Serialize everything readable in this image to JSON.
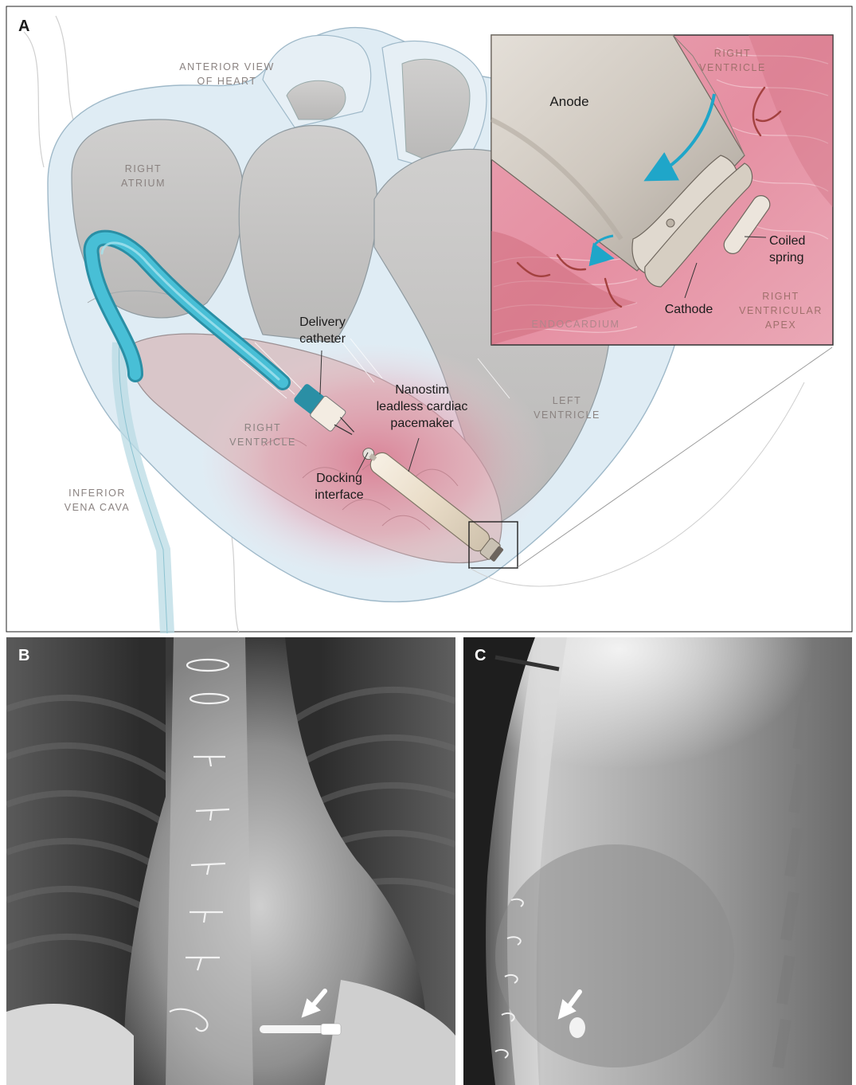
{
  "panel_a": {
    "letter": "A",
    "labels": {
      "anterior_view": [
        "ANTERIOR VIEW",
        "OF HEART"
      ],
      "right_atrium": [
        "RIGHT",
        "ATRIUM"
      ],
      "right_ventricle": [
        "RIGHT",
        "VENTRICLE"
      ],
      "left_ventricle": [
        "LEFT",
        "VENTRICLE"
      ],
      "inferior_vena_cava": [
        "INFERIOR",
        "VENA CAVA"
      ],
      "delivery_catheter": [
        "Delivery",
        "catheter"
      ],
      "pacemaker": [
        "Nanostim",
        "leadless cardiac",
        "pacemaker"
      ],
      "docking_interface": [
        "Docking",
        "interface"
      ]
    },
    "inset": {
      "anode": "Anode",
      "right_ventricle": [
        "RIGHT",
        "VENTRICLE"
      ],
      "coiled_spring": [
        "Coiled",
        "spring"
      ],
      "cathode": "Cathode",
      "endocardium": "ENDOCARDIUM",
      "right_ventricular_apex": [
        "RIGHT",
        "VENTRICULAR",
        "APEX"
      ]
    }
  },
  "panel_b": {
    "letter": "B"
  },
  "panel_c": {
    "letter": "C"
  },
  "colors": {
    "catheter": "#37b4cc",
    "heart_wall": "#dbe9f2",
    "chamber": "#c9c7c6",
    "myocardium_pink": "#d98a97",
    "arrow": "#1fa6c9",
    "label_gray": "#8a8280"
  }
}
